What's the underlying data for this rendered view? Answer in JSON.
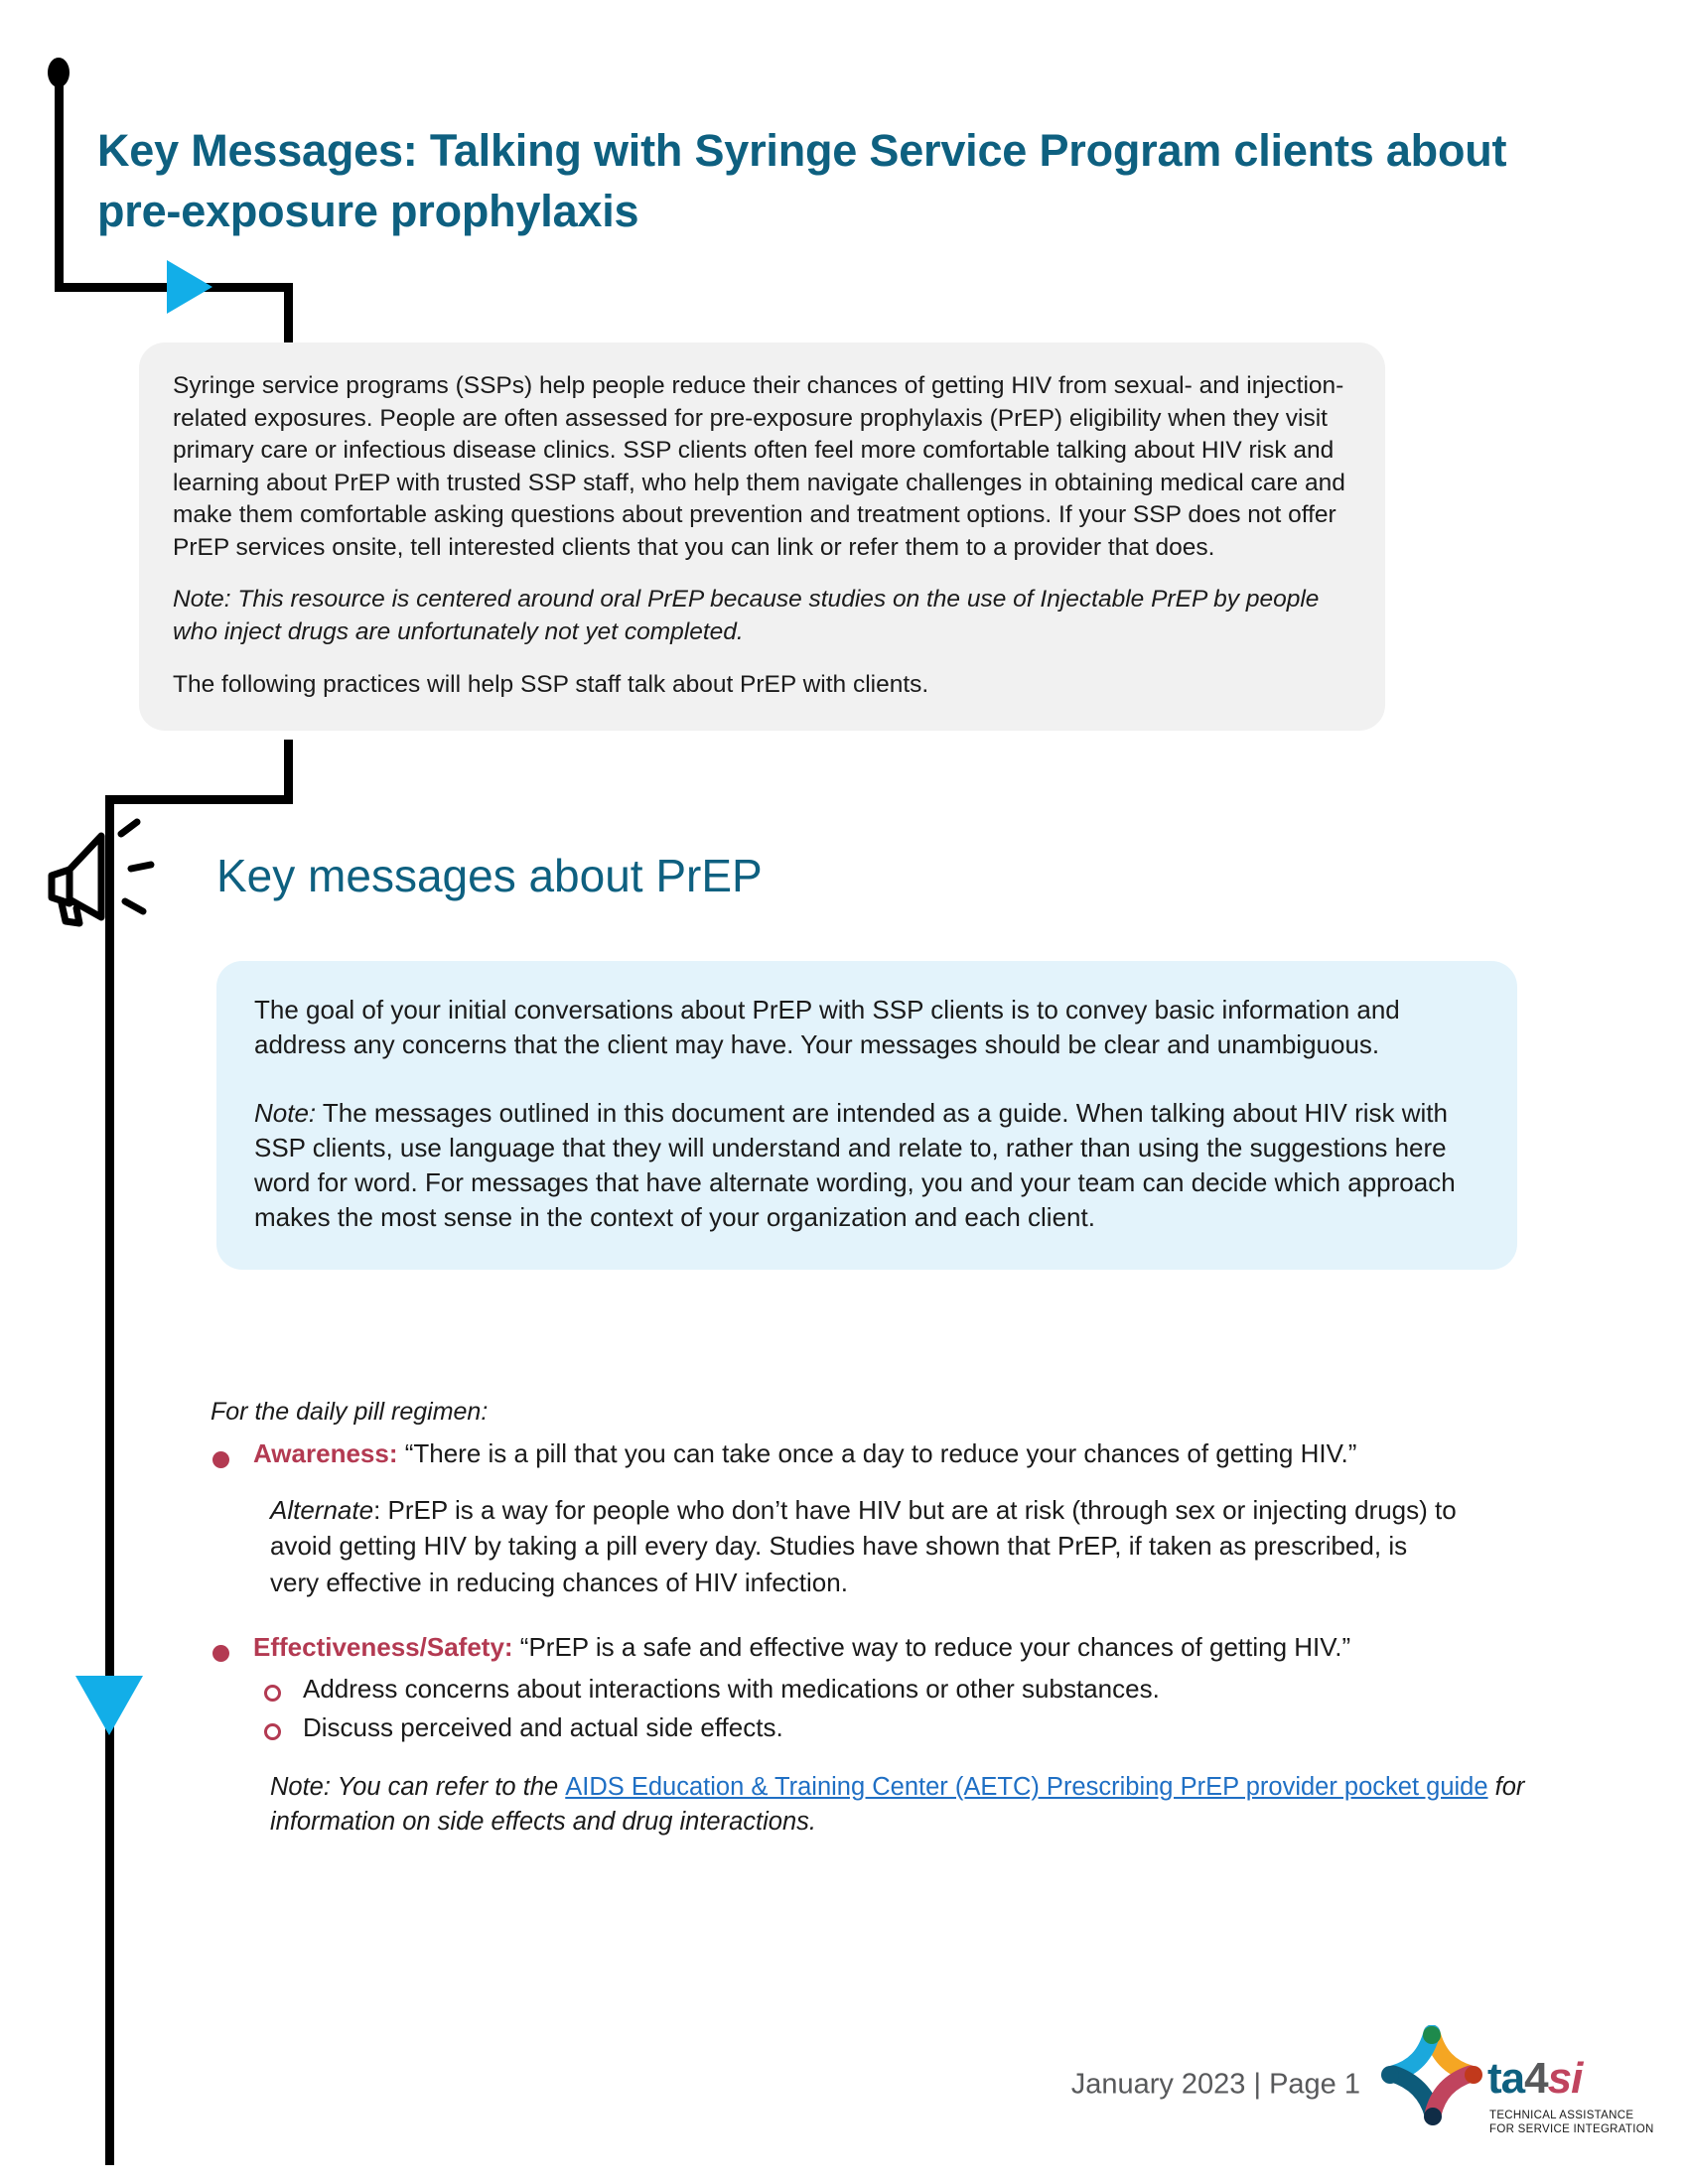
{
  "document": {
    "title": "Key Messages: Talking with Syringe Service Program clients about pre-exposure prophylaxis",
    "title_color": "#0E6080"
  },
  "intro_card": {
    "paragraph_1": "Syringe service programs (SSPs) help people reduce their chances of getting HIV from sexual- and injection-related exposures. People are often assessed for pre-exposure prophylaxis (PrEP) eligibility when they visit primary care or infectious disease clinics. SSP clients often feel more comfortable talking about HIV risk and learning about PrEP with trusted SSP staff, who help them navigate challenges in obtaining medical care and make them comfortable asking questions about prevention and treatment options. If your SSP does not offer PrEP services onsite, tell interested clients that you can link or refer them to a provider that does.",
    "note": "Note: This resource is centered around oral PrEP because studies on the use of Injectable PrEP by people who inject drugs are unfortunately not yet completed.",
    "closing": "The following practices will help SSP staff talk about PrEP with clients.",
    "background": "#F1F1F1"
  },
  "section": {
    "heading": "Key messages about PrEP",
    "icon": "megaphone-icon",
    "heading_color": "#0E6080"
  },
  "blue_card": {
    "paragraph_1": "The goal of your initial conversations about PrEP with SSP clients is to convey basic information and address any concerns that the client may have. Your messages should be clear and unambiguous.",
    "note_label": "Note:",
    "note_body": " The messages outlined in this document are intended as a guide. When talking about HIV risk with SSP clients, use language that they will understand and relate to, rather than using the suggestions here word for word. For messages that have alternate wording, you and your team can decide which approach makes the most sense in the context of your organization and each client.",
    "background": "#E3F3FB"
  },
  "bullets": {
    "regimen_label": "For the daily pill regimen:",
    "accent_color": "#B33A52",
    "items": [
      {
        "lead": "Awareness:",
        "body": " “There is a pill that you can take once a day to reduce your chances of getting HIV.”",
        "alternate_label": "Alternate",
        "alternate_body": ":  PrEP is a way for people who don’t have HIV but are at risk (through sex or injecting drugs) to avoid getting HIV by taking a pill every day. Studies have shown that PrEP, if taken as prescribed, is very effective in reducing chances of HIV infection.",
        "sub_items": []
      },
      {
        "lead": "Effectiveness/Safety:",
        "body": " “PrEP is a safe and effective way to reduce your chances of getting HIV.”",
        "sub_items": [
          "Address concerns about interactions with medications or other substances.",
          "Discuss perceived and actual side effects."
        ]
      }
    ],
    "closing_note_pre": "Note: You can refer to the ",
    "closing_note_link": "AIDS Education & Training Center (AETC) Prescribing PrEP provider pocket guide",
    "closing_note_post": " for information on side effects and drug interactions.",
    "link_color": "#1F6FC4"
  },
  "footer": {
    "date_page": "January 2023 | Page 1",
    "logo": {
      "word_ta": "ta",
      "word_4": "4",
      "word_si": "si",
      "tagline_line1": "TECHNICAL ASSISTANCE",
      "tagline_line2": "FOR SERVICE INTEGRATION"
    }
  }
}
